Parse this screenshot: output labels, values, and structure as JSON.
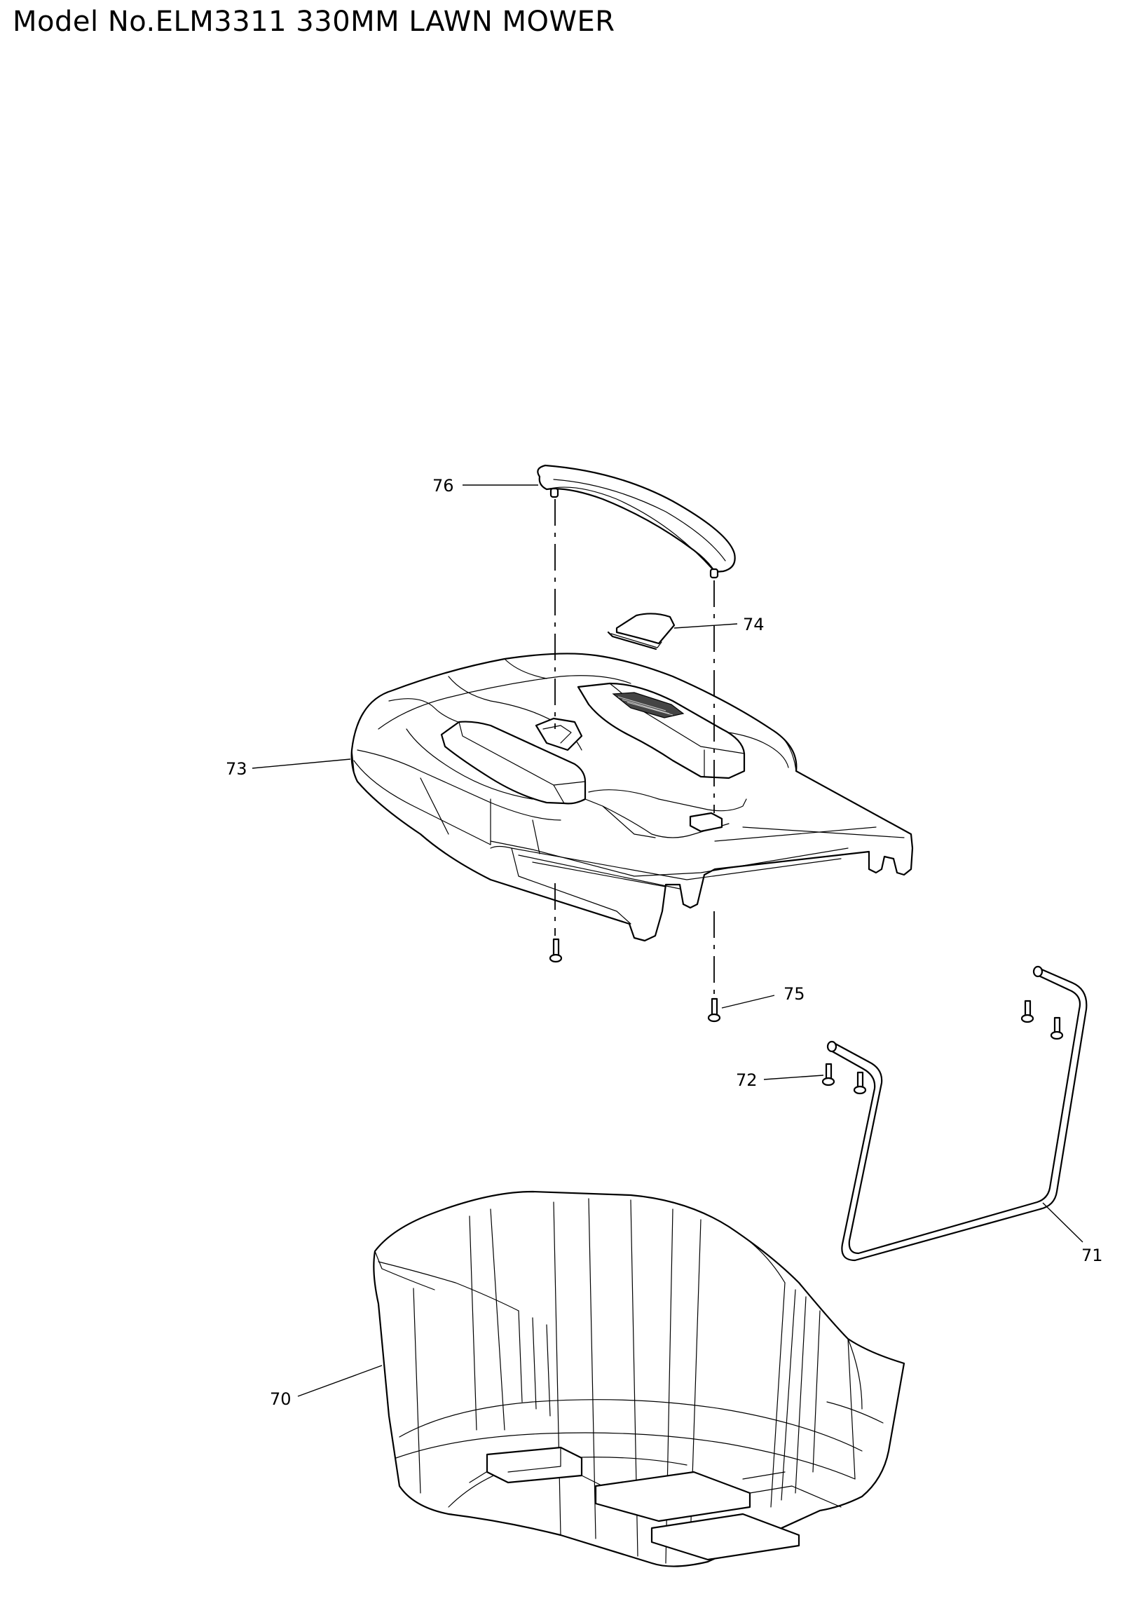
{
  "title": "Model No.ELM3311 330MM LAWN MOWER",
  "callouts": {
    "p70": "70",
    "p71": "71",
    "p72": "72",
    "p73": "73",
    "p74": "74",
    "p75": "75",
    "p76": "76"
  }
}
